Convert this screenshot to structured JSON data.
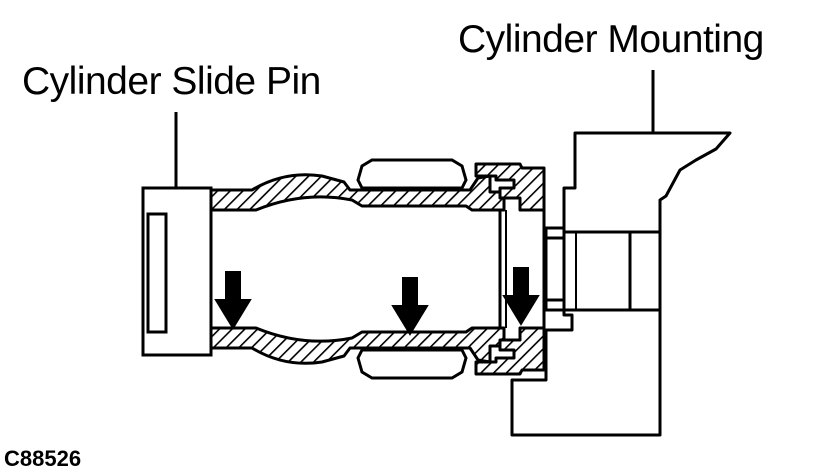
{
  "labels": {
    "cylinder_slide_pin": "Cylinder Slide Pin",
    "cylinder_mounting": "Cylinder Mounting",
    "figure_code": "C88526"
  },
  "colors": {
    "ink": "#000000",
    "paper": "#ffffff"
  }
}
